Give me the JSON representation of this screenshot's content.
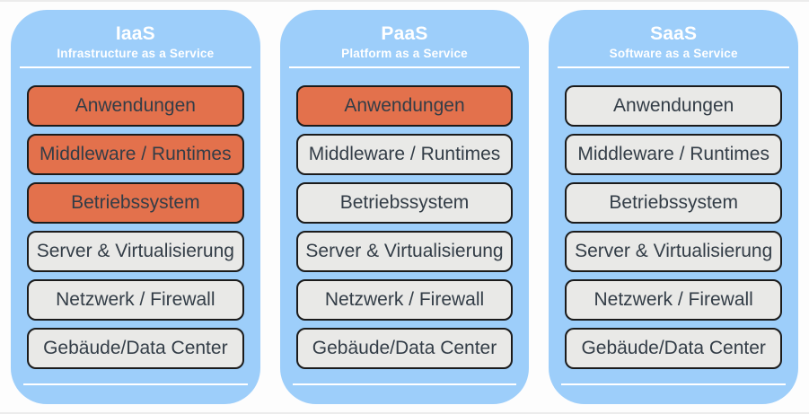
{
  "colors": {
    "page_background": "#FDFDFD",
    "page_border": "#ECECEC",
    "column_blue": "#9DCEFA",
    "highlight_orange": "#E3714C",
    "layer_gray": "#E9E9E7",
    "layer_border": "#1B1B1B",
    "layer_text": "#333D47",
    "title_text": "#FFFFFF"
  },
  "columns": [
    {
      "id": "iaas",
      "title": "IaaS",
      "subtitle": "Infrastructure as a Service",
      "layers": [
        {
          "label": "Anwendungen",
          "highlighted": true
        },
        {
          "label": "Middleware / Runtimes",
          "highlighted": true
        },
        {
          "label": "Betriebssystem",
          "highlighted": true
        },
        {
          "label": "Server & Virtualisierung",
          "highlighted": false
        },
        {
          "label": "Netzwerk / Firewall",
          "highlighted": false
        },
        {
          "label": "Gebäude/Data Center",
          "highlighted": false
        }
      ]
    },
    {
      "id": "paas",
      "title": "PaaS",
      "subtitle": "Platform as a Service",
      "layers": [
        {
          "label": "Anwendungen",
          "highlighted": true
        },
        {
          "label": "Middleware / Runtimes",
          "highlighted": false
        },
        {
          "label": "Betriebssystem",
          "highlighted": false
        },
        {
          "label": "Server & Virtualisierung",
          "highlighted": false
        },
        {
          "label": "Netzwerk / Firewall",
          "highlighted": false
        },
        {
          "label": "Gebäude/Data Center",
          "highlighted": false
        }
      ]
    },
    {
      "id": "saas",
      "title": "SaaS",
      "subtitle": "Software as a Service",
      "layers": [
        {
          "label": "Anwendungen",
          "highlighted": false
        },
        {
          "label": "Middleware / Runtimes",
          "highlighted": false
        },
        {
          "label": "Betriebssystem",
          "highlighted": false
        },
        {
          "label": "Server & Virtualisierung",
          "highlighted": false
        },
        {
          "label": "Netzwerk / Firewall",
          "highlighted": false
        },
        {
          "label": "Gebäude/Data Center",
          "highlighted": false
        }
      ]
    }
  ]
}
